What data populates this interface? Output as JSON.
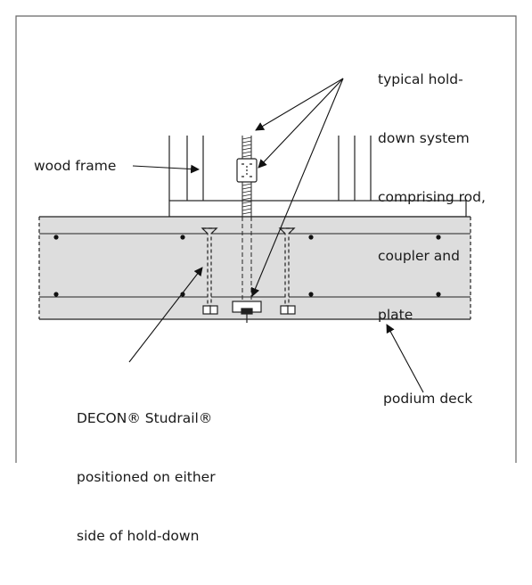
{
  "labels": {
    "hold_down_line1": "typical hold-",
    "hold_down_line2": "down system",
    "hold_down_line3": "comprising rod,",
    "hold_down_line4": "coupler and",
    "hold_down_line5": "plate",
    "wood_frame": "wood frame",
    "studrail_line1": "DECON® Studrail®",
    "studrail_line2": "positioned on either",
    "studrail_line3": "side of hold-down",
    "podium_deck": "podium deck"
  },
  "colors": {
    "concrete_fill": "#dddddd",
    "line": "#222222",
    "background": "#ffffff"
  }
}
